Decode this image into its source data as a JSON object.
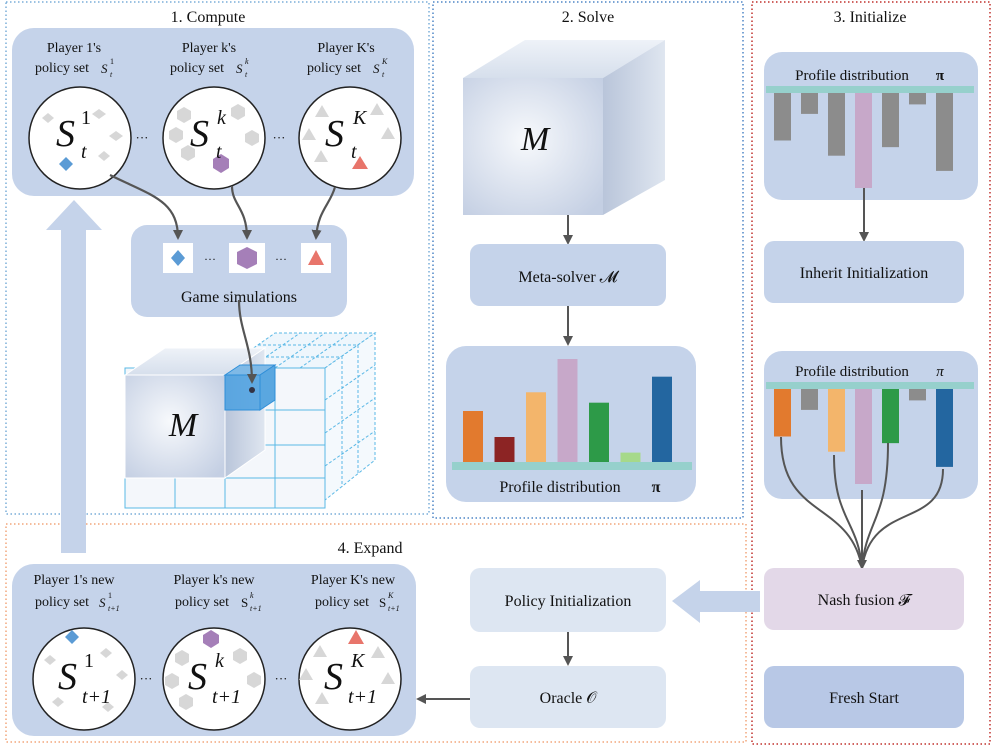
{
  "panels": {
    "compute": {
      "title": "1. Compute",
      "players": [
        {
          "line1": "Player 1's",
          "line2": "policy set",
          "set_symbol": "S",
          "sup": "1",
          "sub": "t"
        },
        {
          "line1": "Player k's",
          "line2": "policy set",
          "set_symbol": "S",
          "sup": "k",
          "sub": "t"
        },
        {
          "line1": "Player K's",
          "line2": "policy set",
          "set_symbol": "S",
          "sup": "K",
          "sub": "t"
        }
      ],
      "ellipsis": "···",
      "game_simulations": "Game simulations",
      "tensor_label": "M"
    },
    "solve": {
      "title": "2. Solve",
      "tensor_label": "M",
      "meta_solver": "Meta-solver 𝓜",
      "profile_label": "Profile distribution",
      "pi": "π"
    },
    "initialize": {
      "title": "3. Initialize",
      "profile_label_top": "Profile distribution",
      "pi_top": "π",
      "inherit": "Inherit Initialization",
      "profile_label_bottom": "Profile distribution",
      "pi_bottom": "π",
      "nash_fusion": "Nash fusion 𝓕",
      "fresh_start": "Fresh Start"
    },
    "expand": {
      "title": "4. Expand",
      "players": [
        {
          "line1": "Player 1's new",
          "line2": "policy set",
          "set_symbol": "S",
          "sup": "1",
          "sub": "t+1"
        },
        {
          "line1": "Player k's new",
          "line2": "policy set",
          "set_symbol": "S",
          "sup": "k",
          "sub": "t+1"
        },
        {
          "line1": "Player K's new",
          "line2": "policy set",
          "set_symbol": "S",
          "sup": "K",
          "sub": "t+1"
        }
      ],
      "ellipsis": "···",
      "policy_init": "Policy Initialization",
      "oracle": "Oracle 𝒪"
    }
  },
  "colors": {
    "box_fill": "#c5d3ea",
    "light_box": "#dde6f2",
    "nash_fill": "#e3d8e8",
    "fresh_fill": "#b8c8e6",
    "compute_border": "#7aaed8",
    "solve_border": "#4f86c6",
    "init_border": "#c0302c",
    "expand_border": "#f2a57a",
    "arrow": "#555555",
    "big_arrow": "#c5d3ea",
    "teal_base": "#96d0cc",
    "diamond": "#5b9bd5",
    "hexagon": "#a57fb8",
    "triangle": "#e8756b",
    "gray_shape": "#d7d7d7",
    "bar_gray": "#8c8c8c",
    "bar_pink": "#c9a8c9"
  },
  "chart_data": [
    {
      "type": "bar",
      "title": "Profile distribution π",
      "values": [
        0.5,
        0.25,
        0.68,
        1.0,
        0.58,
        0.1,
        0.83
      ],
      "colors": [
        "#e27a2e",
        "#8c2424",
        "#f3b56b",
        "#c7a8c9",
        "#2d9a48",
        "#a6d98a",
        "#2366a0"
      ]
    },
    {
      "type": "bar",
      "title": "Profile distribution π (inherit, inverted)",
      "values": [
        0.5,
        0.22,
        0.66,
        1.0,
        0.57,
        0.12,
        0.82
      ],
      "colors": [
        "#8c8c8c",
        "#8c8c8c",
        "#8c8c8c",
        "#c7a8c9",
        "#8c8c8c",
        "#8c8c8c",
        "#8c8c8c"
      ]
    },
    {
      "type": "bar",
      "title": "Profile distribution π (fusion, inverted)",
      "values": [
        0.5,
        0.22,
        0.66,
        1.0,
        0.57,
        0.12,
        0.82
      ],
      "colors": [
        "#e27a2e",
        "#8c8c8c",
        "#f3b56b",
        "#c7a8c9",
        "#2d9a48",
        "#8c8c8c",
        "#2366a0"
      ]
    }
  ]
}
